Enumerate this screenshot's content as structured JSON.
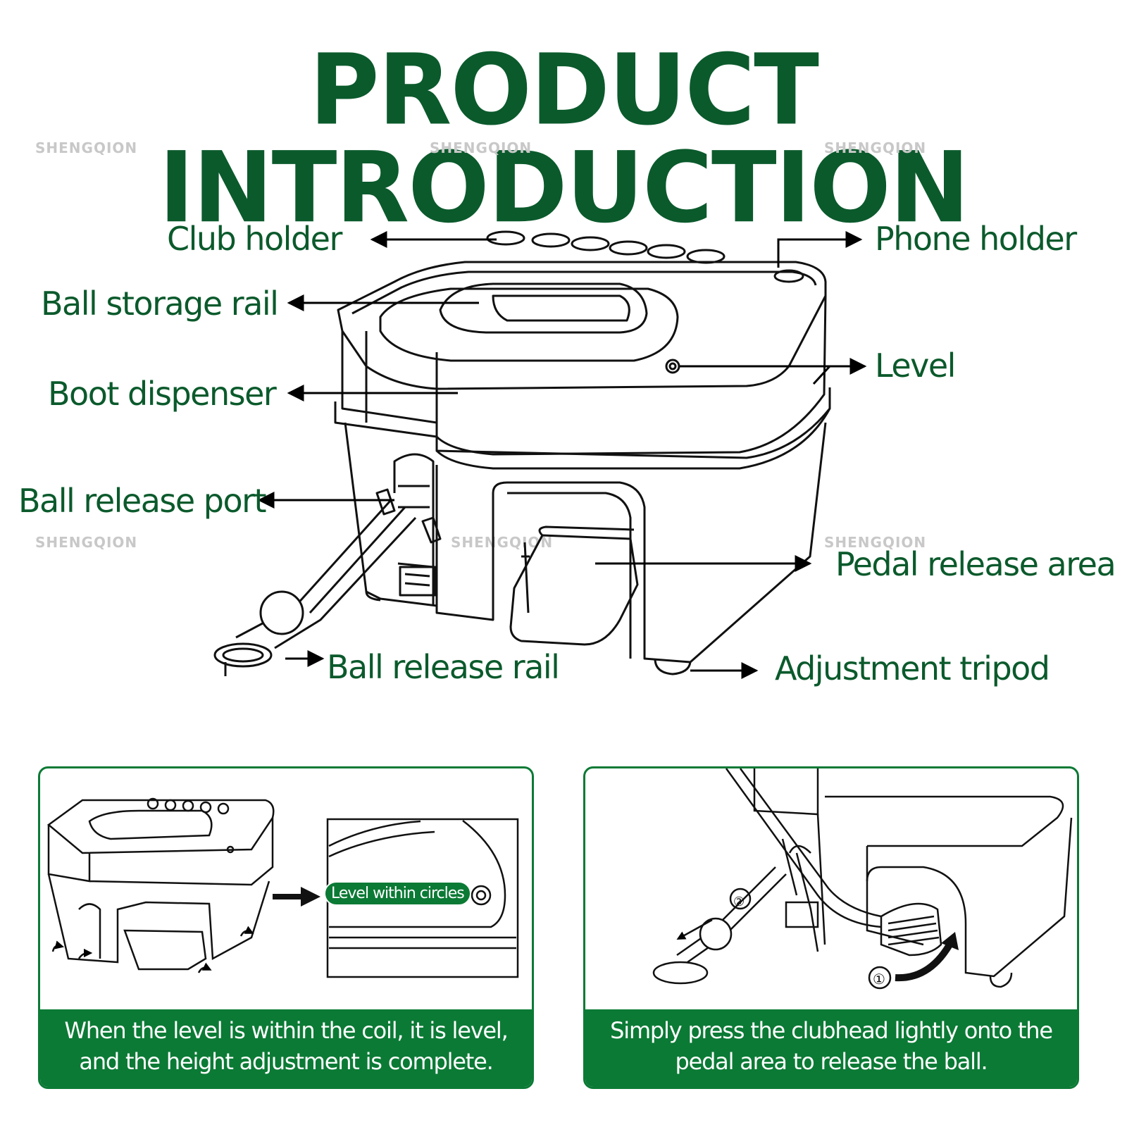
{
  "title": "PRODUCT INTRODUCTION",
  "watermark": "SHENGQION",
  "labels": {
    "club_holder": "Club holder",
    "ball_storage_rail": "Ball storage rail",
    "boot_dispenser": "Boot dispenser",
    "ball_release_port": "Ball release port",
    "phone_holder": "Phone holder",
    "level": "Level",
    "pedal_release_area": "Pedal release area",
    "ball_release_rail": "Ball release rail",
    "adjustment_tripod": "Adjustment tripod"
  },
  "panel_left": {
    "badge": "Level within circles",
    "caption_line1": "When the level is within the coil, it is level,",
    "caption_line2": "and the height adjustment is complete."
  },
  "panel_right": {
    "step1": "①",
    "step2": "②",
    "caption_line1": "Simply press the clubhead lightly onto the",
    "caption_line2": "pedal area to release the ball."
  },
  "colors": {
    "brand_green": "#0b5a2c",
    "panel_green": "#0b7a35"
  }
}
